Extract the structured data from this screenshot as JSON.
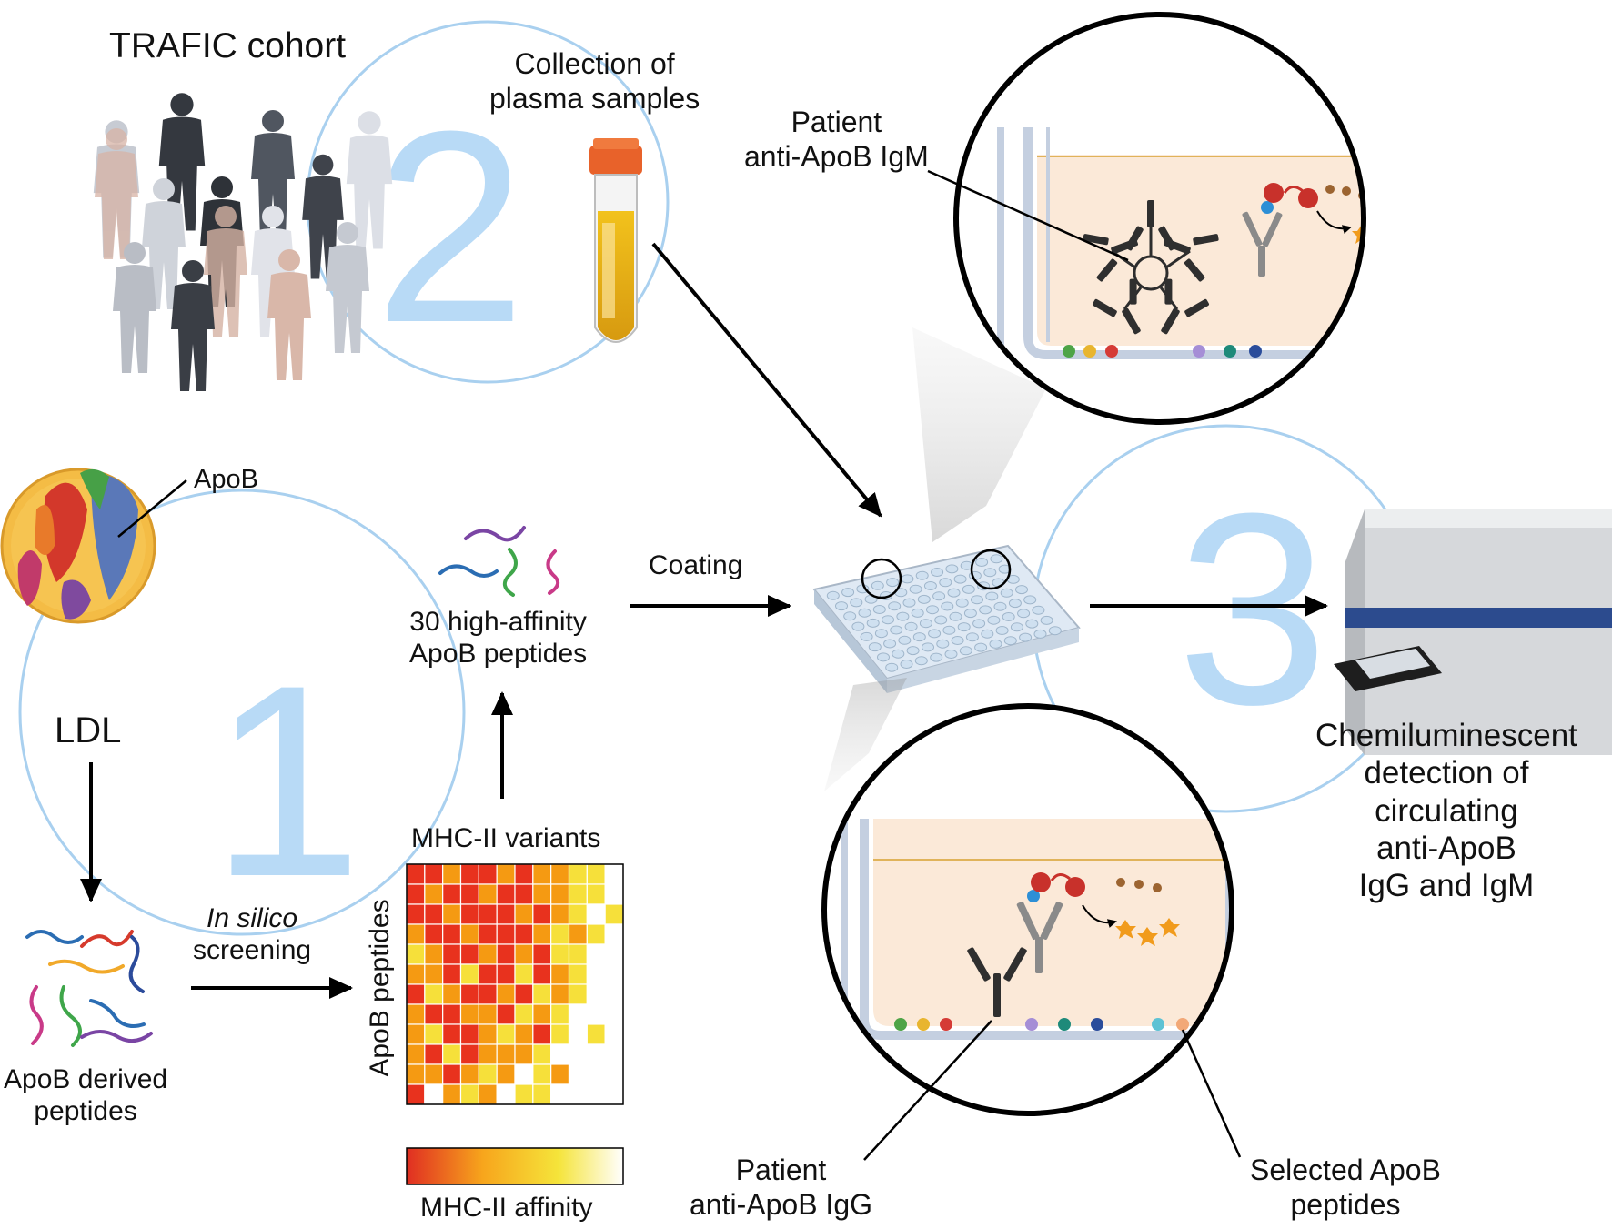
{
  "colors": {
    "ring": "#a8cfee",
    "big_numeral": "#b5d8f5",
    "arrow": "#000000",
    "well_fill": "#fbeadb",
    "well_wall": "#c4cfe0",
    "antibody": "#333333",
    "heat_red": "#e8321e",
    "heat_orange": "#f59a12",
    "heat_yellow": "#f6e03a",
    "heat_white": "#ffffff"
  },
  "steps": {
    "one": "1",
    "two": "2",
    "three": "3"
  },
  "labels": {
    "trafic_cohort": "TRAFIC cohort",
    "collection": [
      "Collection of",
      "plasma samples"
    ],
    "patient_igm": [
      "Patient",
      "anti-ApoB IgM"
    ],
    "apob": "ApoB",
    "ldl": "LDL",
    "high_affinity": [
      "30 high-affinity",
      "ApoB peptides"
    ],
    "coating": "Coating",
    "in_silico": "In silico",
    "screening": "screening",
    "apob_derived": [
      "ApoB derived",
      "peptides"
    ],
    "mhc_variants": "MHC-II variants",
    "apob_peptides_axis": "ApoB peptides",
    "mhc_affinity": "MHC-II affinity",
    "chemi": [
      "Chemiluminescent",
      "detection of",
      "circulating",
      "anti-ApoB",
      "IgG and IgM"
    ],
    "patient_igg": [
      "Patient",
      "anti-ApoB  IgG"
    ],
    "selected": [
      "Selected ApoB",
      "peptides"
    ]
  },
  "icons": [
    "people-cohort-icon",
    "blood-tube-icon",
    "ldl-particle-icon",
    "peptide-squiggle-icon",
    "well-plate-icon",
    "plate-reader-icon",
    "igm-pentamer-icon",
    "igg-antibody-icon",
    "bead-icon"
  ],
  "heatmap": {
    "levels": [
      "white",
      "yellow",
      "orange",
      "red"
    ],
    "rows": [
      [
        3,
        3,
        2,
        3,
        3,
        2,
        3,
        2,
        2,
        1,
        1,
        0
      ],
      [
        3,
        2,
        3,
        3,
        2,
        3,
        3,
        2,
        2,
        1,
        1,
        0
      ],
      [
        3,
        3,
        2,
        3,
        3,
        3,
        2,
        3,
        2,
        1,
        0,
        1
      ],
      [
        2,
        3,
        3,
        2,
        3,
        3,
        3,
        2,
        1,
        2,
        1,
        0
      ],
      [
        1,
        2,
        3,
        3,
        2,
        3,
        2,
        3,
        1,
        1,
        0,
        0
      ],
      [
        2,
        2,
        3,
        1,
        3,
        3,
        1,
        3,
        2,
        1,
        0,
        0
      ],
      [
        3,
        1,
        2,
        3,
        3,
        2,
        3,
        1,
        2,
        1,
        0,
        0
      ],
      [
        2,
        3,
        3,
        2,
        2,
        3,
        1,
        2,
        1,
        0,
        0,
        0
      ],
      [
        2,
        1,
        3,
        3,
        2,
        1,
        2,
        3,
        1,
        0,
        1,
        0
      ],
      [
        2,
        3,
        1,
        3,
        2,
        2,
        2,
        1,
        0,
        0,
        0,
        0
      ],
      [
        2,
        2,
        3,
        2,
        1,
        2,
        0,
        1,
        2,
        0,
        0,
        0
      ],
      [
        3,
        0,
        2,
        1,
        2,
        0,
        1,
        1,
        0,
        0,
        0,
        0
      ]
    ]
  }
}
